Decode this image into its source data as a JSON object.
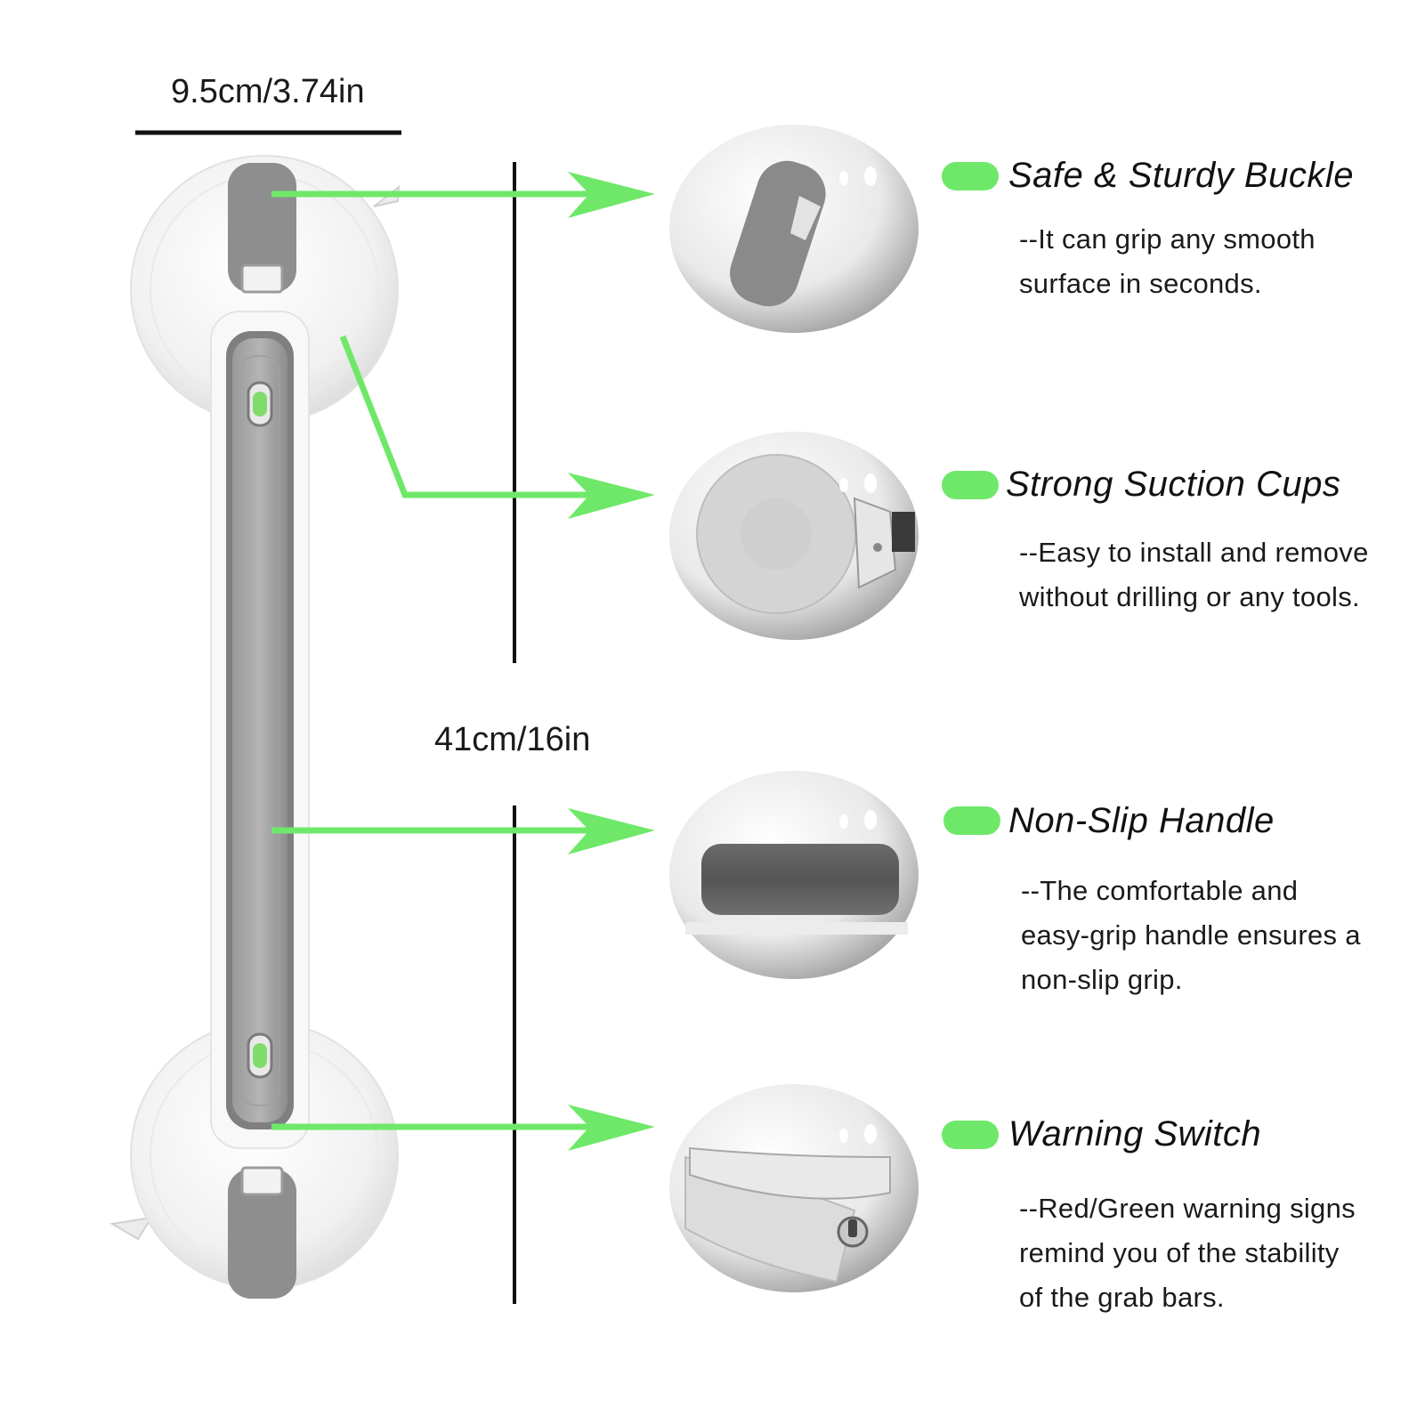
{
  "dimensions": {
    "width_label": "9.5cm/3.74in",
    "length_label": "41cm/16in"
  },
  "colors": {
    "accent_green": "#6fe86a",
    "grip_gray": "#8c8c8c",
    "dark_gray": "#5a5a5a",
    "body_white": "#f4f4f4"
  },
  "features": [
    {
      "title": "Safe & Sturdy Buckle",
      "description": [
        "--It can grip any smooth",
        "surface in seconds."
      ],
      "icon": "buckle-closeup-icon"
    },
    {
      "title": "Strong Suction Cups",
      "description": [
        "--Easy to install and remove",
        "without drilling or any tools."
      ],
      "icon": "suction-cup-closeup-icon"
    },
    {
      "title": "Non-Slip Handle",
      "description": [
        "--The comfortable and",
        "easy-grip handle ensures a",
        "non-slip grip."
      ],
      "icon": "handle-closeup-icon"
    },
    {
      "title": "Warning Switch",
      "description": [
        "--Red/Green warning signs",
        "remind you of the stability",
        "of the grab bars."
      ],
      "icon": "warning-switch-closeup-icon"
    }
  ]
}
